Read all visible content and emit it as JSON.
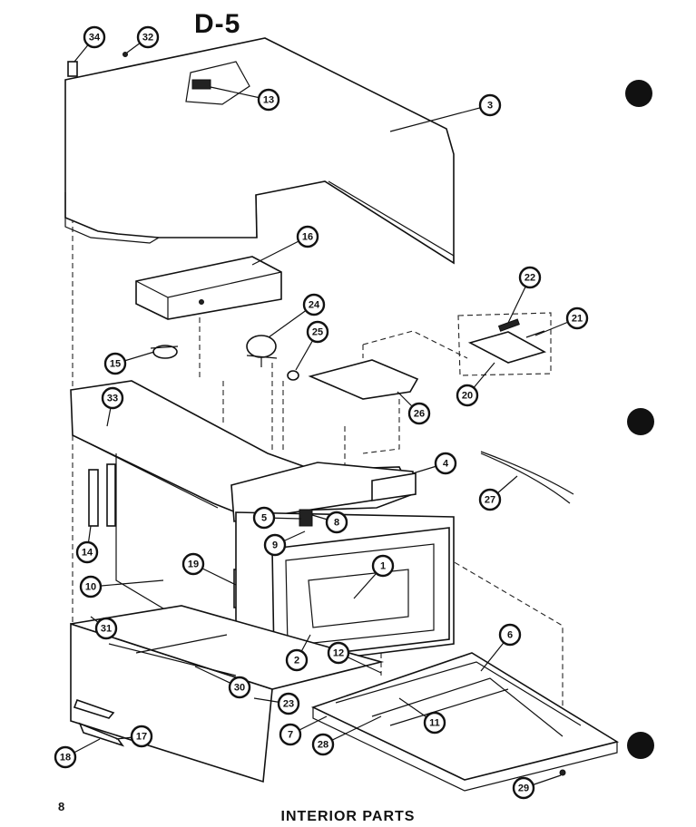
{
  "diagram_code": "D-5",
  "page_number": "8",
  "caption": "INTERIOR PARTS",
  "callouts": [
    "34",
    "32",
    "13",
    "3",
    "16",
    "22",
    "21",
    "24",
    "25",
    "15",
    "20",
    "26",
    "33",
    "4",
    "27",
    "5",
    "8",
    "9",
    "14",
    "19",
    "1",
    "10",
    "6",
    "31",
    "2",
    "12",
    "30",
    "23",
    "11",
    "7",
    "28",
    "18",
    "17",
    "29"
  ]
}
